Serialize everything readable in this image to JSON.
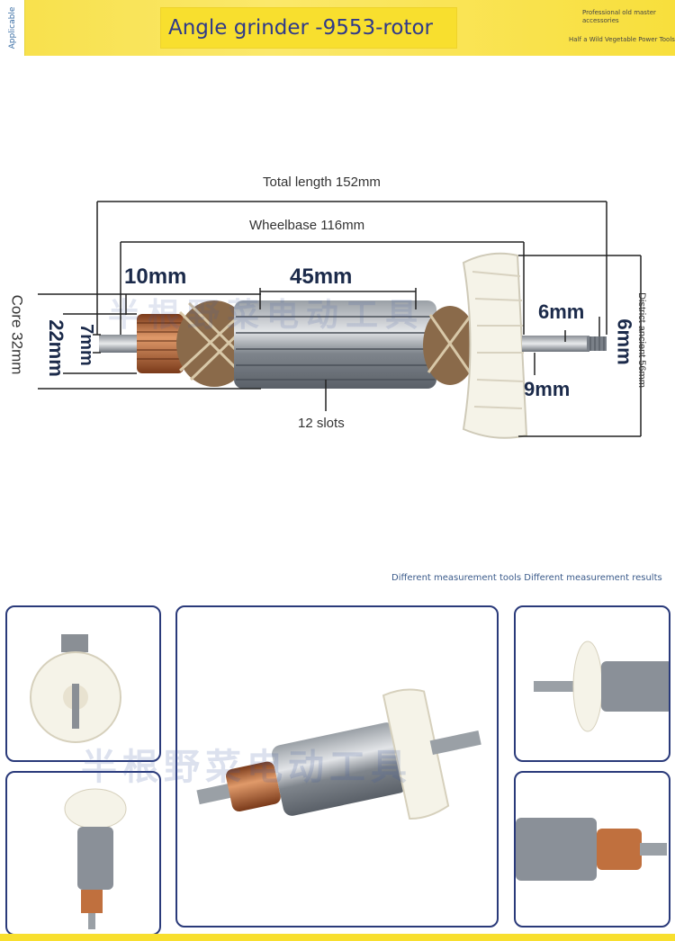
{
  "header": {
    "applicable": "Applicable",
    "title": "Angle grinder -9553-rotor",
    "brand_line1": "Professional old master accessories",
    "brand_line2": "Half a Wild Vegetable Power Tools"
  },
  "dimensions": {
    "total_length": "Total length 152mm",
    "wheelbase": "Wheelbase 116mm",
    "core": "Core 32mm",
    "commutator_d": "22mm",
    "shaft_left": "7mm",
    "commutator_len": "10mm",
    "stack": "45mm",
    "slots": "12 slots",
    "shaft_right_len": "6mm",
    "thread": "6mm",
    "shaft_right_d": "9mm",
    "fan_d": "District ancient 56mm"
  },
  "note": "Different measurement tools Different measurement results",
  "watermark": "半根野菜电动工具",
  "colors": {
    "accent_yellow": "#f8df2e",
    "title_blue": "#2f3a8a",
    "panel_border": "#2a3a7a",
    "copper": "#b8643a",
    "fan_white": "#f5f3e8"
  }
}
